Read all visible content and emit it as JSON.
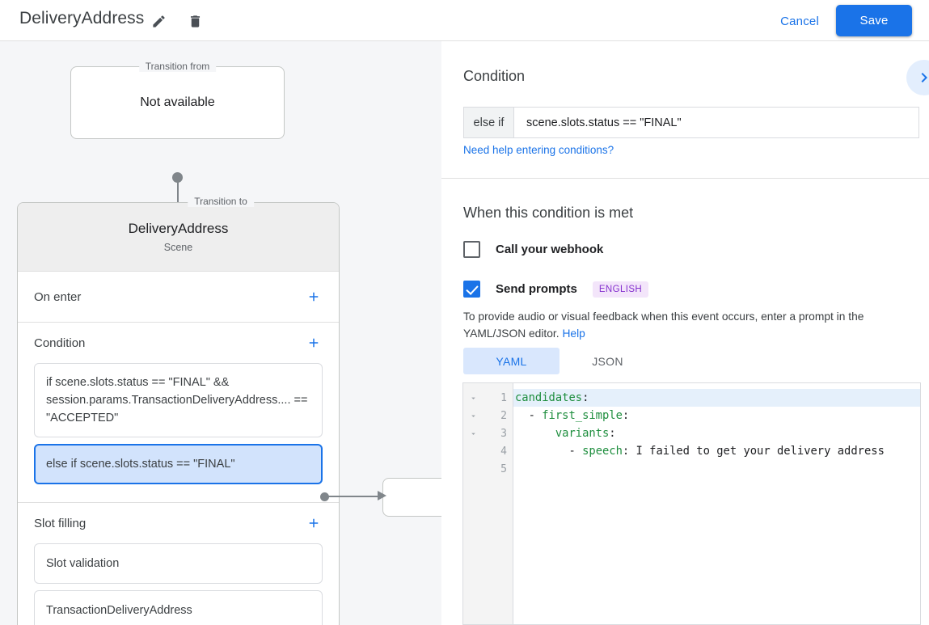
{
  "header": {
    "title": "DeliveryAddress",
    "edit_icon": "pencil-icon",
    "delete_icon": "trash-icon",
    "cancel_label": "Cancel",
    "save_label": "Save"
  },
  "canvas": {
    "transition_from": {
      "legend": "Transition from",
      "value": "Not available"
    },
    "transition_to": {
      "legend": "Transition to",
      "scene_name": "DeliveryAddress",
      "scene_type": "Scene"
    },
    "sections": [
      {
        "title": "On enter",
        "add_icon": "plus-icon",
        "items": []
      },
      {
        "title": "Condition",
        "add_icon": "plus-icon",
        "items": [
          {
            "text": "if scene.slots.status == \"FINAL\" && session.params.TransactionDeliveryAddress.... == \"ACCEPTED\"",
            "selected": false
          },
          {
            "text": "else if scene.slots.status == \"FINAL\"",
            "selected": true
          }
        ]
      },
      {
        "title": "Slot filling",
        "add_icon": "plus-icon",
        "items": [
          {
            "text": "Slot validation",
            "selected": false
          },
          {
            "text": "TransactionDeliveryAddress",
            "selected": false
          }
        ]
      }
    ]
  },
  "right_panel": {
    "condition": {
      "heading": "Condition",
      "prefix": "else if",
      "value": "scene.slots.status == \"FINAL\"",
      "help_link": "Need help entering conditions?",
      "expand_icon": "chevron-right-icon"
    },
    "when_met": {
      "heading": "When this condition is met",
      "webhook": {
        "label": "Call your webhook",
        "checked": false
      },
      "prompts": {
        "label": "Send prompts",
        "checked": true,
        "language_badge": "ENGLISH"
      },
      "help_text": "To provide audio or visual feedback when this event occurs, enter a prompt in the YAML/JSON editor.",
      "help_link": "Help"
    },
    "editor": {
      "tabs": [
        {
          "label": "YAML",
          "active": true
        },
        {
          "label": "JSON",
          "active": false
        }
      ],
      "lines": [
        {
          "no": "1",
          "fold": true,
          "active": true,
          "parts": [
            {
              "t": "candidates",
              "c": "k"
            },
            {
              "t": ":",
              "c": "p"
            }
          ]
        },
        {
          "no": "2",
          "fold": true,
          "active": false,
          "parts": [
            {
              "t": "  - ",
              "c": "p"
            },
            {
              "t": "first_simple",
              "c": "k"
            },
            {
              "t": ":",
              "c": "p"
            }
          ]
        },
        {
          "no": "3",
          "fold": true,
          "active": false,
          "parts": [
            {
              "t": "      ",
              "c": "p"
            },
            {
              "t": "variants",
              "c": "k"
            },
            {
              "t": ":",
              "c": "p"
            }
          ]
        },
        {
          "no": "4",
          "fold": false,
          "active": false,
          "parts": [
            {
              "t": "        - ",
              "c": "p"
            },
            {
              "t": "speech",
              "c": "k"
            },
            {
              "t": ": I failed to get your delivery address",
              "c": "p"
            }
          ]
        },
        {
          "no": "5",
          "fold": false,
          "active": false,
          "parts": []
        }
      ]
    }
  },
  "colors": {
    "accent": "#1a73e8",
    "selected_chip_bg": "#d2e3fc",
    "badge_bg": "#f3e5fa",
    "badge_fg": "#8430ce",
    "canvas_bg": "#f5f6f8",
    "yaml_key": "#1e8e3e"
  }
}
